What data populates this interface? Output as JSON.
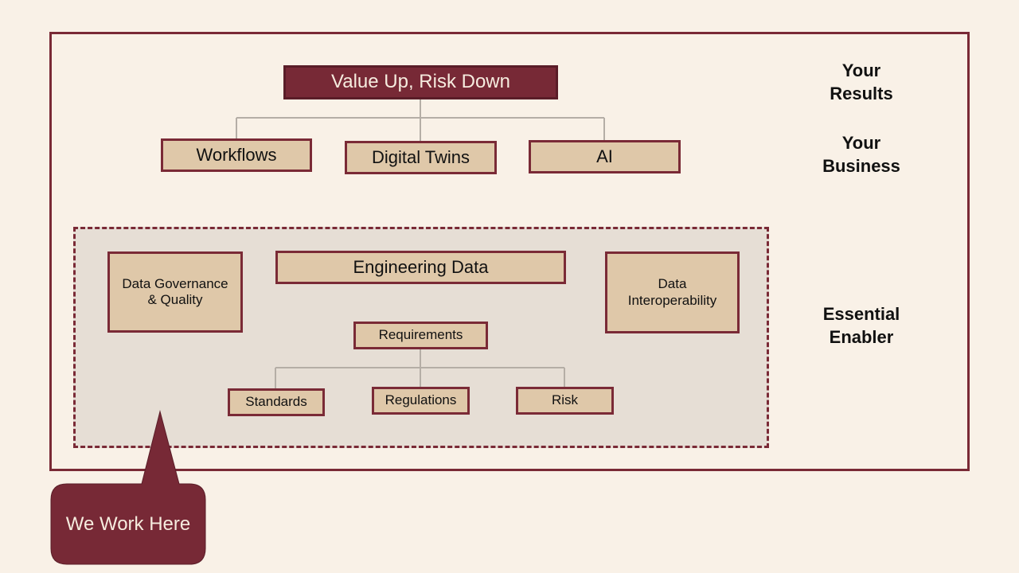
{
  "diagram": {
    "top": {
      "label": "Value Up, Risk Down"
    },
    "business": [
      {
        "label": "Workflows"
      },
      {
        "label": "Digital Twins"
      },
      {
        "label": "AI"
      }
    ],
    "enabler": {
      "governance": "Data Governance\n& Quality",
      "engineering": "Engineering Data",
      "interoperability": "Data\nInteroperability",
      "requirements": "Requirements",
      "children": [
        {
          "label": "Standards"
        },
        {
          "label": "Regulations"
        },
        {
          "label": "Risk"
        }
      ]
    },
    "side_labels": {
      "results": "Your\nResults",
      "business": "Your\nBusiness",
      "enabler": "Essential\nEnabler"
    },
    "callout": {
      "label": "We Work Here"
    }
  },
  "colors": {
    "background": "#f9f1e7",
    "accent_dark": "#772936",
    "box_fill": "#dfc8a9",
    "region_fill": "#e6ded5",
    "connector": "#b5aea6"
  }
}
